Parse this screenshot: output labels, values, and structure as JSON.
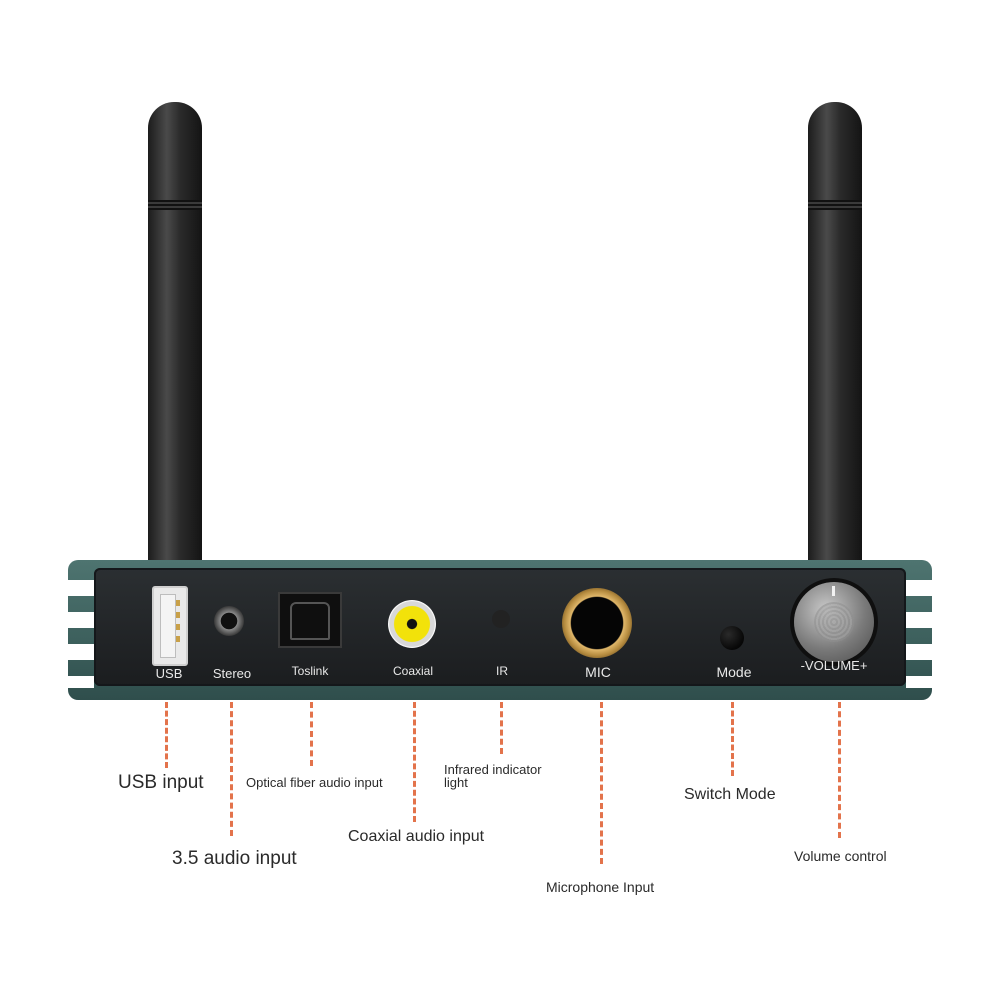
{
  "ports": [
    {
      "id": "usb",
      "label": "USB"
    },
    {
      "id": "stereo",
      "label": "Stereo"
    },
    {
      "id": "toslink",
      "label": "Toslink"
    },
    {
      "id": "coaxial",
      "label": "Coaxial"
    },
    {
      "id": "ir",
      "label": "IR"
    },
    {
      "id": "mic",
      "label": "MIC"
    },
    {
      "id": "mode",
      "label": "Mode"
    },
    {
      "id": "volume",
      "label": "-VOLUME+"
    }
  ],
  "callouts": {
    "usb": "USB input",
    "stereo": "3.5 audio input",
    "toslink": "Optical fiber audio input",
    "coaxial": "Coaxial audio input",
    "ir_line1": "Infrared indicator",
    "ir_line2": "light",
    "mode": "Switch Mode",
    "mic": "Microphone Input",
    "volume": "Volume control"
  },
  "colors": {
    "frame": "#3c5f5c",
    "panel": "#1f2224",
    "dash": "#e3734b",
    "coaxial_core": "#f2e20a",
    "mic_ring": "#c9a15a"
  }
}
